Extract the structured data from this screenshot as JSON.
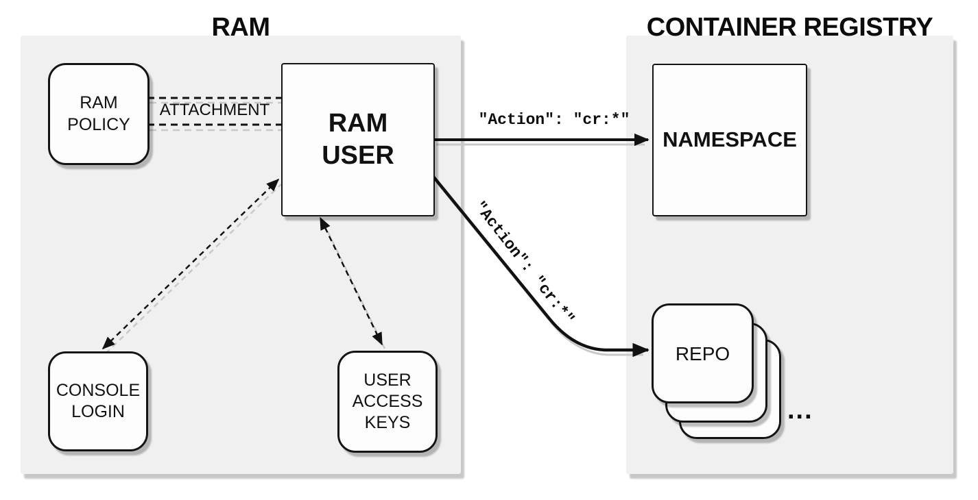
{
  "panels": {
    "ram": {
      "title": "RAM"
    },
    "container_registry": {
      "title": "CONTAINER REGISTRY"
    }
  },
  "nodes": {
    "ram_policy": "RAM\nPOLICY",
    "ram_user": "RAM\nUSER",
    "console_login": "CONSOLE\nLOGIN",
    "user_access_keys": "USER\nACCESS\nKEYS",
    "namespace": "NAMESPACE",
    "repo": "REPO",
    "repo_more": "..."
  },
  "edges": {
    "attachment_label": "ATTACHMENT",
    "namespace_action_label": "\"Action\": \"cr:*\"",
    "repo_action_label": "\"Action\": \"cr:*\""
  },
  "colors": {
    "background": "#ffffff",
    "panel_bg": "#f0f0f0",
    "node_bg": "#fdfdfd",
    "stroke": "#111111",
    "shadow": "#c6c6c6"
  }
}
